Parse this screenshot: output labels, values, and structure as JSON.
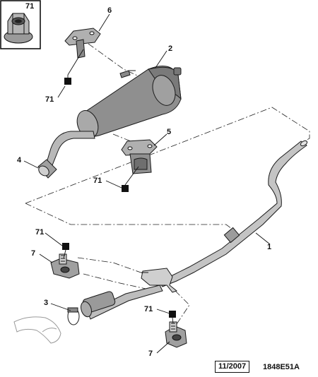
{
  "callouts": {
    "c71_inset": "71",
    "c6": "6",
    "c2": "2",
    "c71_a": "71",
    "c5": "5",
    "c4": "4",
    "c71_b": "71",
    "c1": "1",
    "c71_c": "71",
    "c7_a": "7",
    "c3": "3",
    "c71_d": "71",
    "c7_b": "7"
  },
  "footer": {
    "date": "11/2007",
    "ref": "1848E51A"
  },
  "colors": {
    "muffler_fill": "#8f8f8f",
    "pipe_fill": "#bdbdbd",
    "bracket_fill": "#a8a8a8",
    "line": "#1a1a1a"
  }
}
